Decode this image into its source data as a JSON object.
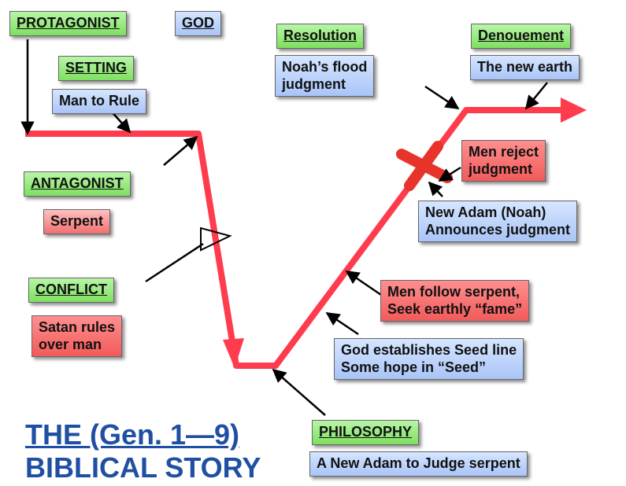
{
  "labels": {
    "protagonist": "PROTAGONIST",
    "god": "GOD",
    "setting": "SETTING",
    "man_to_rule": "Man to Rule",
    "antagonist": "ANTAGONIST",
    "serpent": "Serpent",
    "conflict": "CONFLICT",
    "satan_rules": [
      "Satan rules",
      "over man"
    ],
    "philosophy": "PHILOSOPHY",
    "new_adam_judge": "A New Adam to Judge serpent",
    "resolution": "Resolution",
    "noahs_flood": [
      "Noah’s flood",
      "judgment"
    ],
    "denouement": "Denouement",
    "new_earth": "The new earth",
    "men_reject": [
      "Men reject",
      "judgment"
    ],
    "new_adam_noah": [
      "New Adam (Noah)",
      "Announces judgment"
    ],
    "men_follow": [
      "Men follow serpent,",
      "Seek earthly “fame”"
    ],
    "god_establishes": [
      "God establishes Seed line",
      "Some hope in “Seed”"
    ]
  },
  "title": [
    "THE (Gen. 1—9)",
    "BIBLICAL STORY"
  ],
  "colors": {
    "plot_line": "#ff3b4e",
    "title": "#1f4fa3",
    "label_green": "#7ee05f",
    "box_blue": "#a9c4f7",
    "box_red": "#f25a5a",
    "cross": "#e8332a"
  }
}
